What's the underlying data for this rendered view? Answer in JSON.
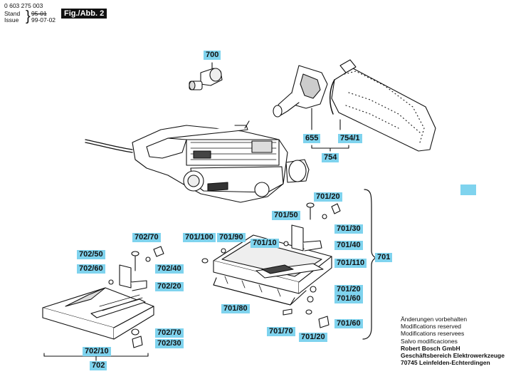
{
  "header": {
    "part_number": "0 603 275 003",
    "stand_label": "Stand",
    "issue_label": "Issue",
    "stand_value": "95-01",
    "issue_value": "99-07-02",
    "figure": "Fig./Abb. 2"
  },
  "labels": {
    "l700": "700",
    "l655": "655",
    "l754_1": "754/1",
    "l754": "754",
    "l701_20a": "701/20",
    "l701_50": "701/50",
    "l701_30": "701/30",
    "l701_100": "701/100",
    "l701_90": "701/90",
    "l701_10": "701/10",
    "l701_40": "701/40",
    "l701": "701",
    "l701_110": "701/110",
    "l701_20b": "701/20",
    "l701_60a": "701/60",
    "l701_80": "701/80",
    "l701_70": "701/70",
    "l701_20c": "701/20",
    "l701_60b": "701/60",
    "l702_70a": "702/70",
    "l702_50": "702/50",
    "l702_40": "702/40",
    "l702_60": "702/60",
    "l702_20": "702/20",
    "l702_70b": "702/70",
    "l702_30": "702/30",
    "l702_10": "702/10",
    "l702": "702"
  },
  "notes": {
    "line1": "Änderungen vorbehalten",
    "line2": "Modifications reserved",
    "line3": "Modifications reservees",
    "line4": "Salvo modificaciones",
    "line5": "Robert Bosch GmbH",
    "line6": "Geschäftsbereich Elektrowerkzeuge",
    "line7": "70745 Leinfelden-Echterdingen"
  },
  "colors": {
    "label_bg": "#7fd3ee",
    "ink": "#111111"
  }
}
